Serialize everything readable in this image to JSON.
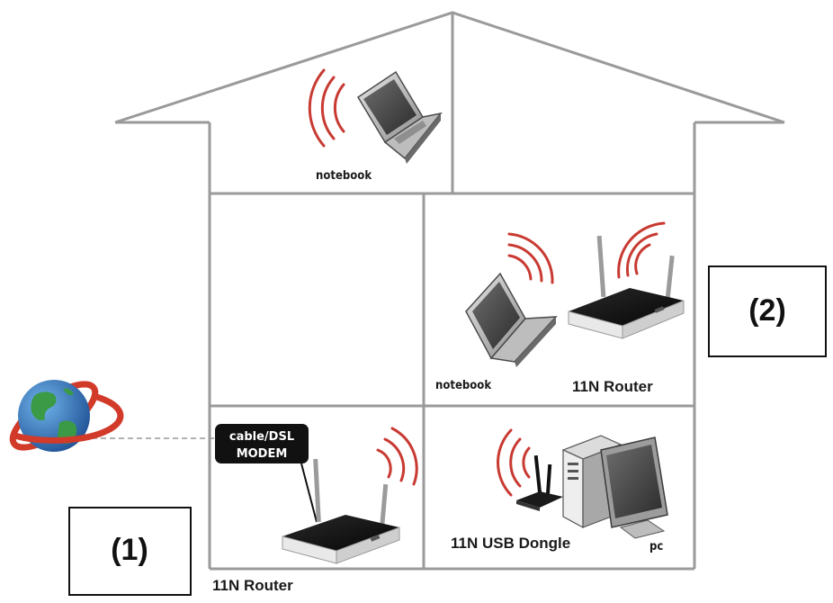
{
  "labels": {
    "notebook_top": "notebook",
    "notebook_mid": "notebook",
    "router_mid": "11N Router",
    "router_bottom": "11N Router",
    "usb_dongle": "11N USB Dongle",
    "pc": "pc",
    "modem_line1": "cable/DSL",
    "modem_line2": "MODEM",
    "box1": "(1)",
    "box2": "(2)"
  },
  "colors": {
    "wave": "#c83a32",
    "wall": "#9a9a9a",
    "modem_bg": "#111111",
    "globe_ocean": "#2e6fb5",
    "globe_land": "#3a9a45",
    "ring": "#d23a2a"
  },
  "icons": [
    "globe-icon",
    "notebook-icon",
    "router-icon",
    "usb-dongle-icon",
    "pc-tower-icon",
    "monitor-icon"
  ]
}
